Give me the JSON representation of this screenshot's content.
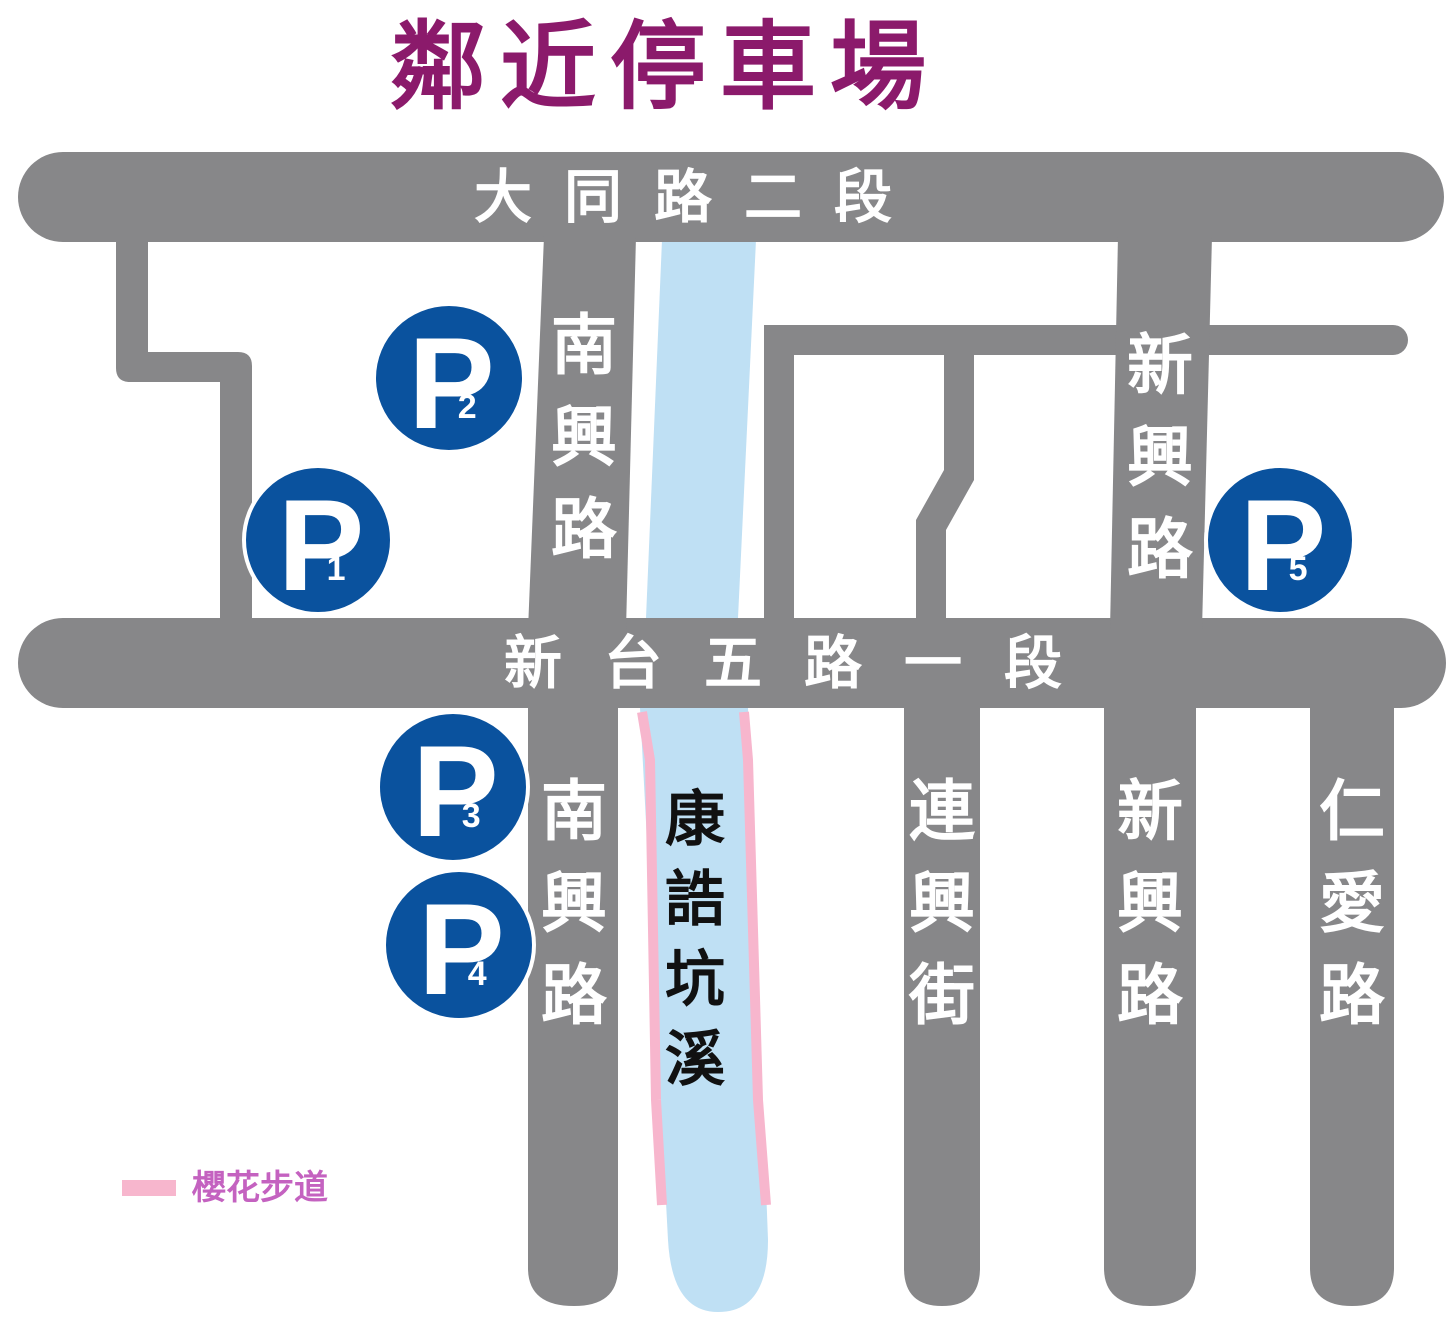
{
  "title": "鄰近停車場",
  "colors": {
    "title": "#8b1a6b",
    "road": "#878789",
    "river": "#bfe0f4",
    "sakura_path": "#f7b6cd",
    "parking": "#0a529e",
    "legend_text": "#c462c0"
  },
  "roads": {
    "top_horizontal": "大同路二段",
    "middle_horizontal": "新台五路一段",
    "nanxing_upper": "南興路",
    "nanxing_lower": "南興路",
    "xinxing_upper": "新興路",
    "xinxing_lower": "新興路",
    "lianxing": "連興街",
    "renai": "仁愛路"
  },
  "river": {
    "name": "康誥坑溪"
  },
  "parking_lots": [
    {
      "label": "P",
      "number": "1"
    },
    {
      "label": "P",
      "number": "2"
    },
    {
      "label": "P",
      "number": "3"
    },
    {
      "label": "P",
      "number": "4"
    },
    {
      "label": "P",
      "number": "5"
    }
  ],
  "legend": {
    "items": [
      {
        "label": "櫻花步道",
        "symbol": "pink-line"
      }
    ]
  }
}
